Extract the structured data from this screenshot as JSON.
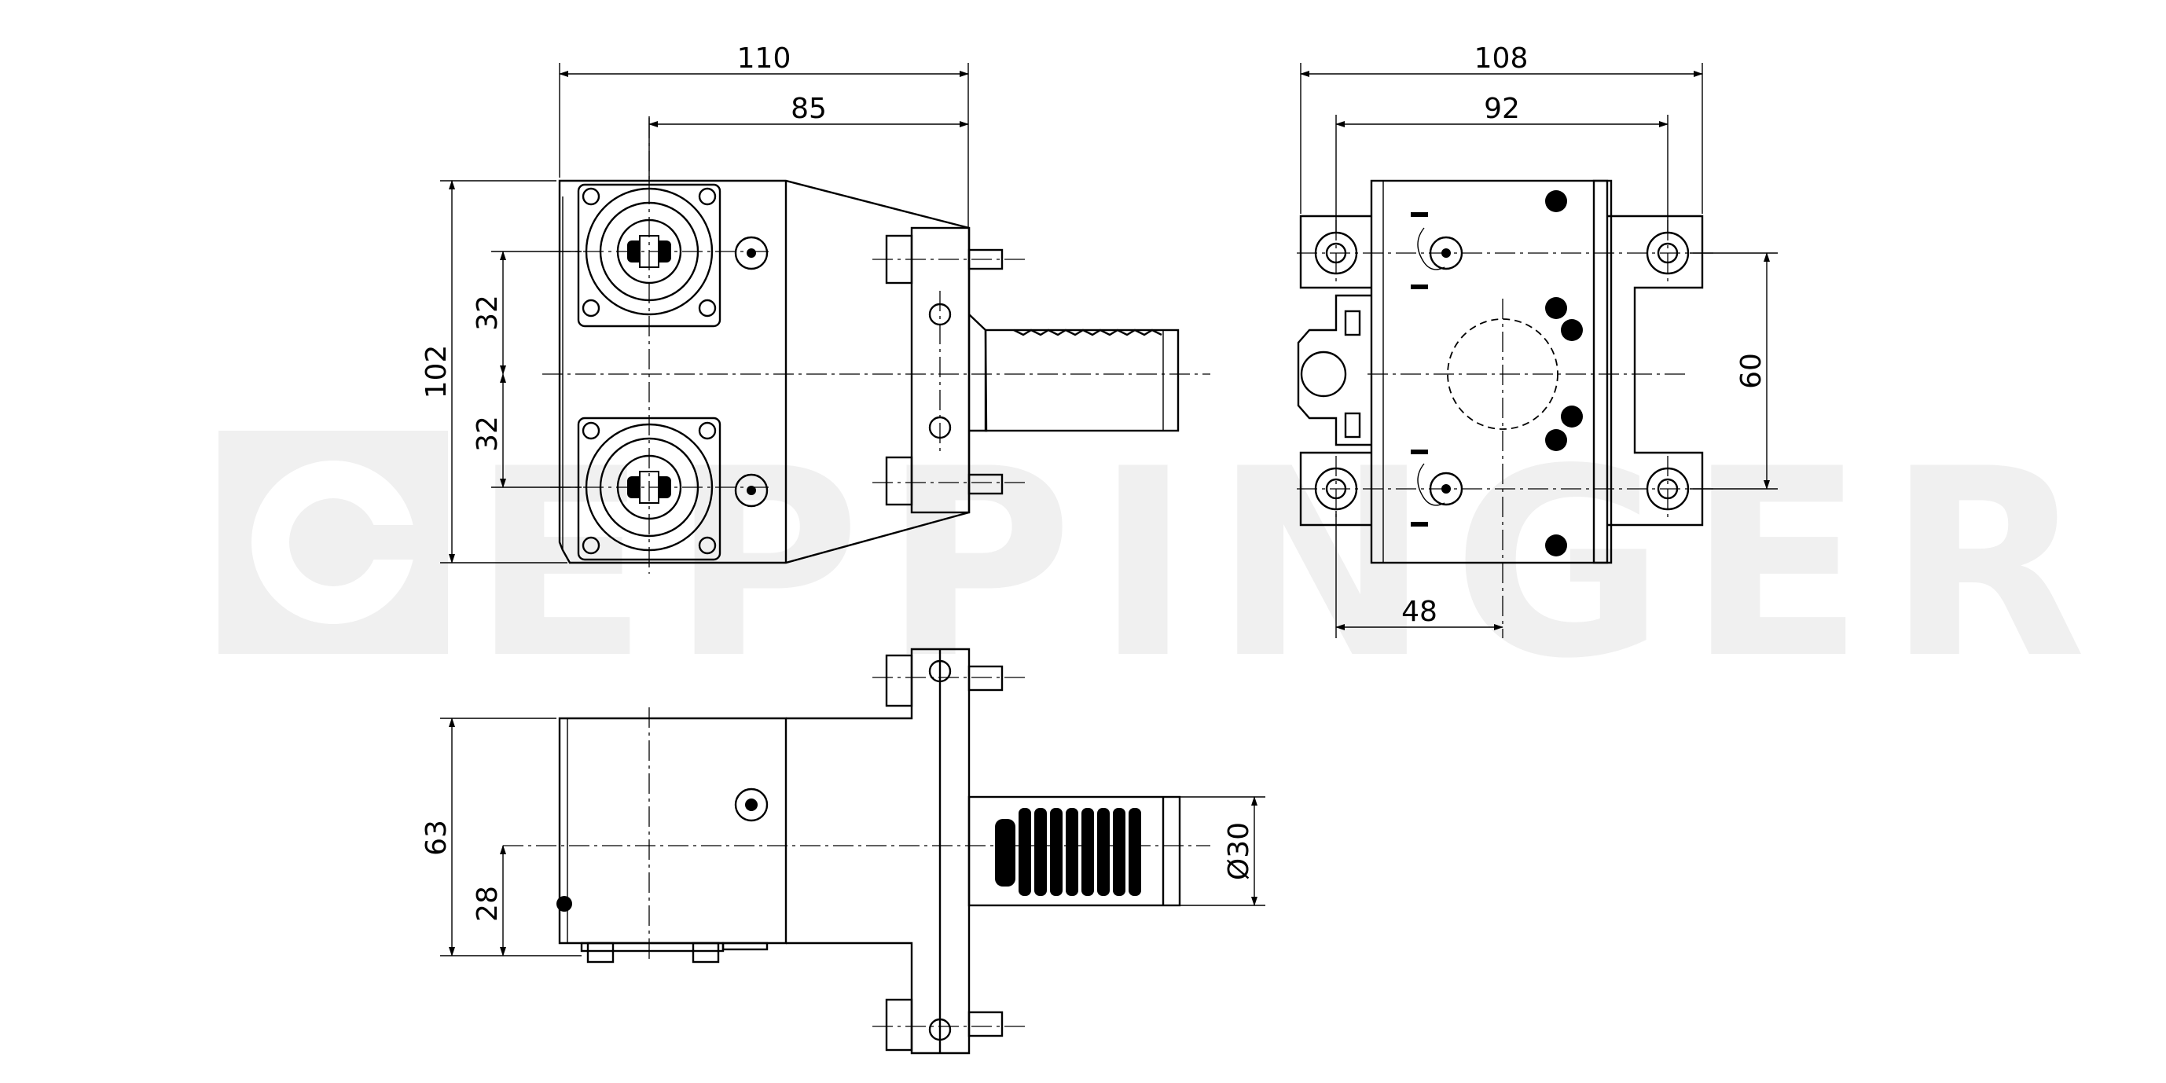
{
  "watermark": {
    "text": "EPPINGER",
    "logo": "eppinger-logo-icon"
  },
  "front_view": {
    "dimensions": {
      "overall_width": "110",
      "offset_width": "85",
      "height": "102",
      "upper_pitch": "32",
      "lower_pitch": "32"
    }
  },
  "side_view": {
    "dimensions": {
      "overall_width": "108",
      "inner_width": "92",
      "bolt_spacing": "60",
      "center_offset": "48"
    }
  },
  "top_view": {
    "dimensions": {
      "height": "63",
      "axis_height": "28",
      "shank_diameter": "Ø30"
    }
  }
}
